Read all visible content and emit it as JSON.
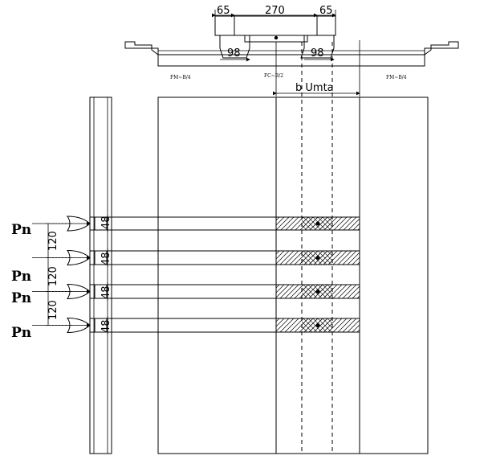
{
  "top_dimensions": {
    "left_overhang": "65",
    "track_gauge": "270",
    "right_overhang": "65",
    "left_wheel": "98",
    "right_wheel": "98"
  },
  "section_labels": {
    "left": "FM~B/4",
    "center": "FC~B/2",
    "right": "FM~B/4"
  },
  "width_label": "b Umta",
  "load_labels": [
    "Pn",
    "Pn",
    "Pn",
    "Pn"
  ],
  "axle_spacing": [
    "120",
    "120",
    "120"
  ],
  "wheel_width": [
    "48",
    "48",
    "48",
    "48"
  ]
}
